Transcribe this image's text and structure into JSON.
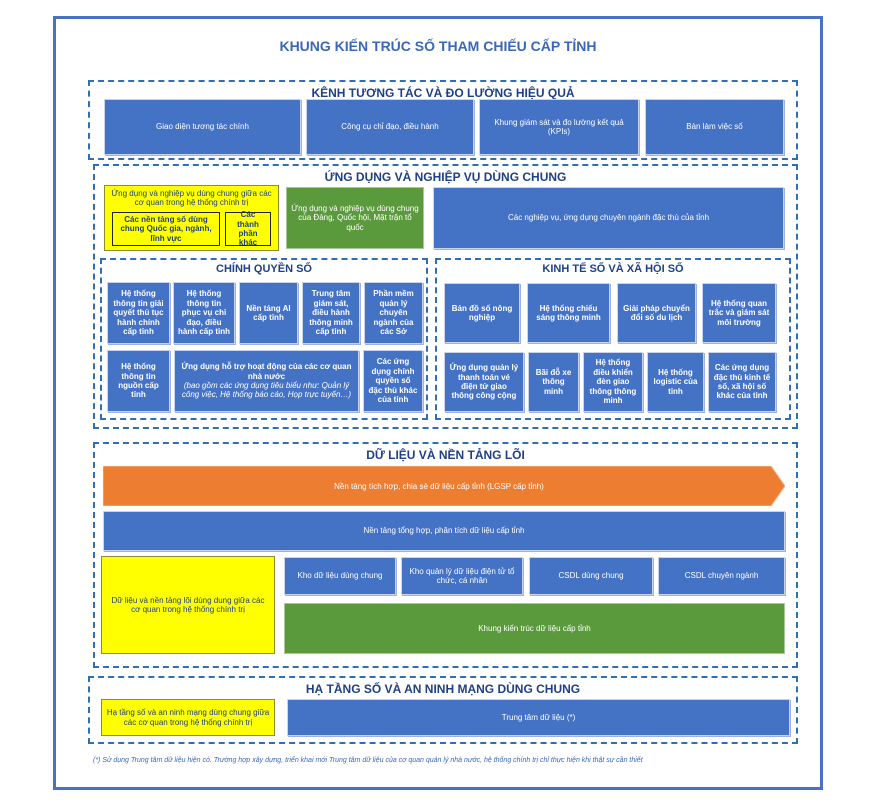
{
  "title": "KHUNG KIẾN TRÚC SỐ THAM CHIẾU CẤP TỈNH",
  "colors": {
    "frame": "#4a72c4",
    "blue_box": "#4472c4",
    "yellow_box": "#ffff00",
    "green_box": "#5b9a3c",
    "orange_bar": "#ed7d31",
    "heading": "#1f3f86"
  },
  "kenh": {
    "title": "KÊNH TƯƠNG TÁC VÀ ĐO LƯỜNG HIỆU QUẢ",
    "items": [
      "Giao diện tương tác chính",
      "Công cụ chỉ đạo, điều hành",
      "Khung giám sát và đo lường kết quả (KPIs)",
      "Bàn làm việc số"
    ]
  },
  "ungdung": {
    "title": "ỨNG DỤNG VÀ NGHIỆP VỤ DÙNG CHUNG",
    "yellow_title": "Ứng dụng và nghiệp vụ dùng chung giữa các cơ quan trong hệ thống chính trị",
    "yellow_inner_1": "Các nền tảng số dùng chung Quốc gia, ngành, lĩnh vực",
    "yellow_inner_2": "Các thành phần khác",
    "green": "Ứng dụng và nghiệp vụ dùng chung của Đảng, Quốc hội, Mặt trận tổ quốc",
    "blue_wide": "Các nghiệp vụ, ứng dụng chuyên ngành đặc thù của tỉnh",
    "chinhquyen": {
      "title": "CHÍNH QUYỀN SỐ",
      "row1": [
        "Hệ thống thông tin giải quyết thủ tục hành chính cấp tỉnh",
        "Hệ thống thông tin phục vụ chỉ đạo, điều hành cấp tỉnh",
        "Nền tảng AI cấp tỉnh",
        "Trung tâm giám sát, điều hành thông minh cấp tỉnh",
        "Phần mềm quản lý chuyên ngành của các Sở"
      ],
      "row2_a": "Hệ thống thông tin nguồn cấp tỉnh",
      "row2_b_main": "Ứng dụng hỗ trợ hoạt động của các cơ quan nhà nước",
      "row2_b_note": "(bao gồm các ứng dụng tiêu biểu như: Quản lý công việc, Hệ thống báo cáo, Họp trực tuyến…)",
      "row2_c": "Các ứng dụng chính quyền số đặc thù khác của tỉnh"
    },
    "kinhte": {
      "title": "KINH TẾ SỐ VÀ XÃ HỘI SỐ",
      "row1": [
        "Bản đồ số nông nghiệp",
        "Hệ thống chiếu sáng thông minh",
        "Giải pháp chuyển đổi số du lịch",
        "Hệ thống quan trắc và giám sát môi trường"
      ],
      "row2": [
        "Ứng dụng quản lý thanh toán vé điện tử giao thông công cộng",
        "Bãi đỗ xe thông minh",
        "Hệ thống điều khiển đèn giao thông thông minh",
        "Hệ thống logistic của tỉnh",
        "Các ứng dụng đặc thù kinh tế số, xã hội số khác của tỉnh"
      ]
    }
  },
  "dulieu": {
    "title": "DỮ LIỆU VÀ NỀN TẢNG LÕI",
    "lgsp": "Nền tảng tích hợp, chia sẻ dữ liệu cấp tỉnh (LGSP cấp tỉnh)",
    "tonghop": "Nền tảng tổng hợp, phân tích dữ liệu cấp tỉnh",
    "yellow": "Dữ liệu và nền tảng lõi dùng dung giữa các cơ quan trong hệ thống chính trị",
    "items": [
      "Kho dữ liệu dùng chung",
      "Kho quản lý dữ liệu điện tử tổ chức, cá nhân",
      "CSDL dùng chung",
      "CSDL chuyên ngành"
    ],
    "khung": "Khung kiến trúc dữ liệu cấp tỉnh"
  },
  "hatang": {
    "title": "HẠ TẦNG SỐ VÀ AN NINH MẠNG DÙNG CHUNG",
    "yellow": "Hạ tầng số và an ninh mạng dùng chung giữa các cơ quan trong hệ thống chính trị",
    "datacenter": "Trung tâm dữ liệu (*)"
  },
  "footnote": "(*) Sử dụng Trung tâm dữ liệu hiện có. Trường hợp xây dựng, triển khai mới Trung tâm dữ liệu của cơ quan quản lý nhà nước, hệ thống chính trị chỉ thực hiện khi thật sự cần thiết"
}
